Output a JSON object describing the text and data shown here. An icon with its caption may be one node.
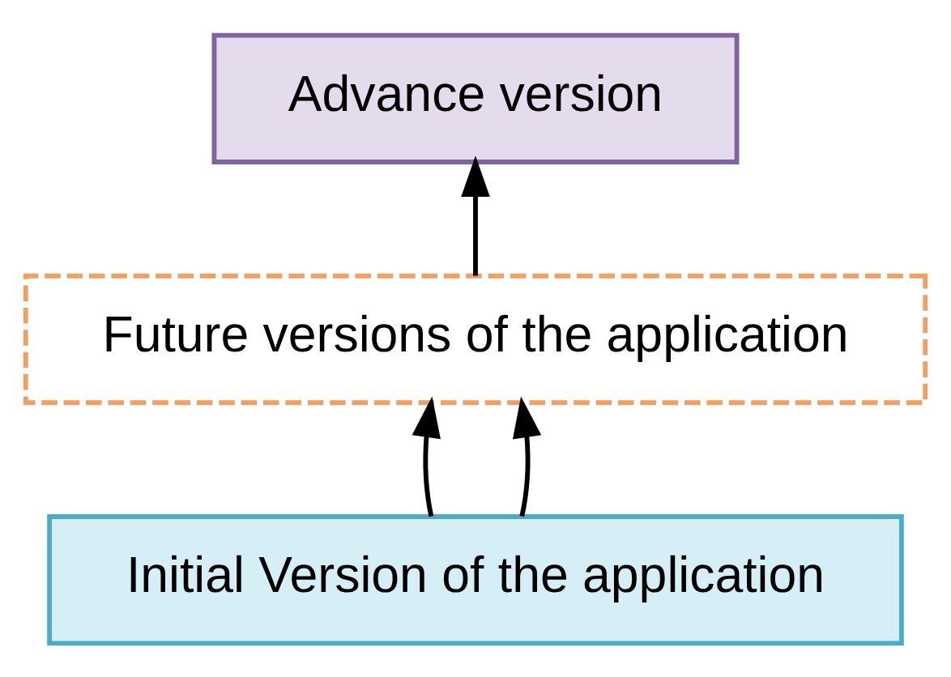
{
  "diagram": {
    "nodes": [
      {
        "text": [
          "Advance version"
        ]
      },
      {
        "text": [
          "Future versions of the application"
        ]
      },
      {
        "text": [
          "Initial Version of the application"
        ]
      }
    ],
    "edges": [
      {
        "from": 1,
        "to": 0,
        "arrow": "to"
      },
      {
        "from": 2,
        "to": 1,
        "arrow": "to"
      },
      {
        "from": 2,
        "to": 1,
        "arrow": "to"
      }
    ]
  }
}
